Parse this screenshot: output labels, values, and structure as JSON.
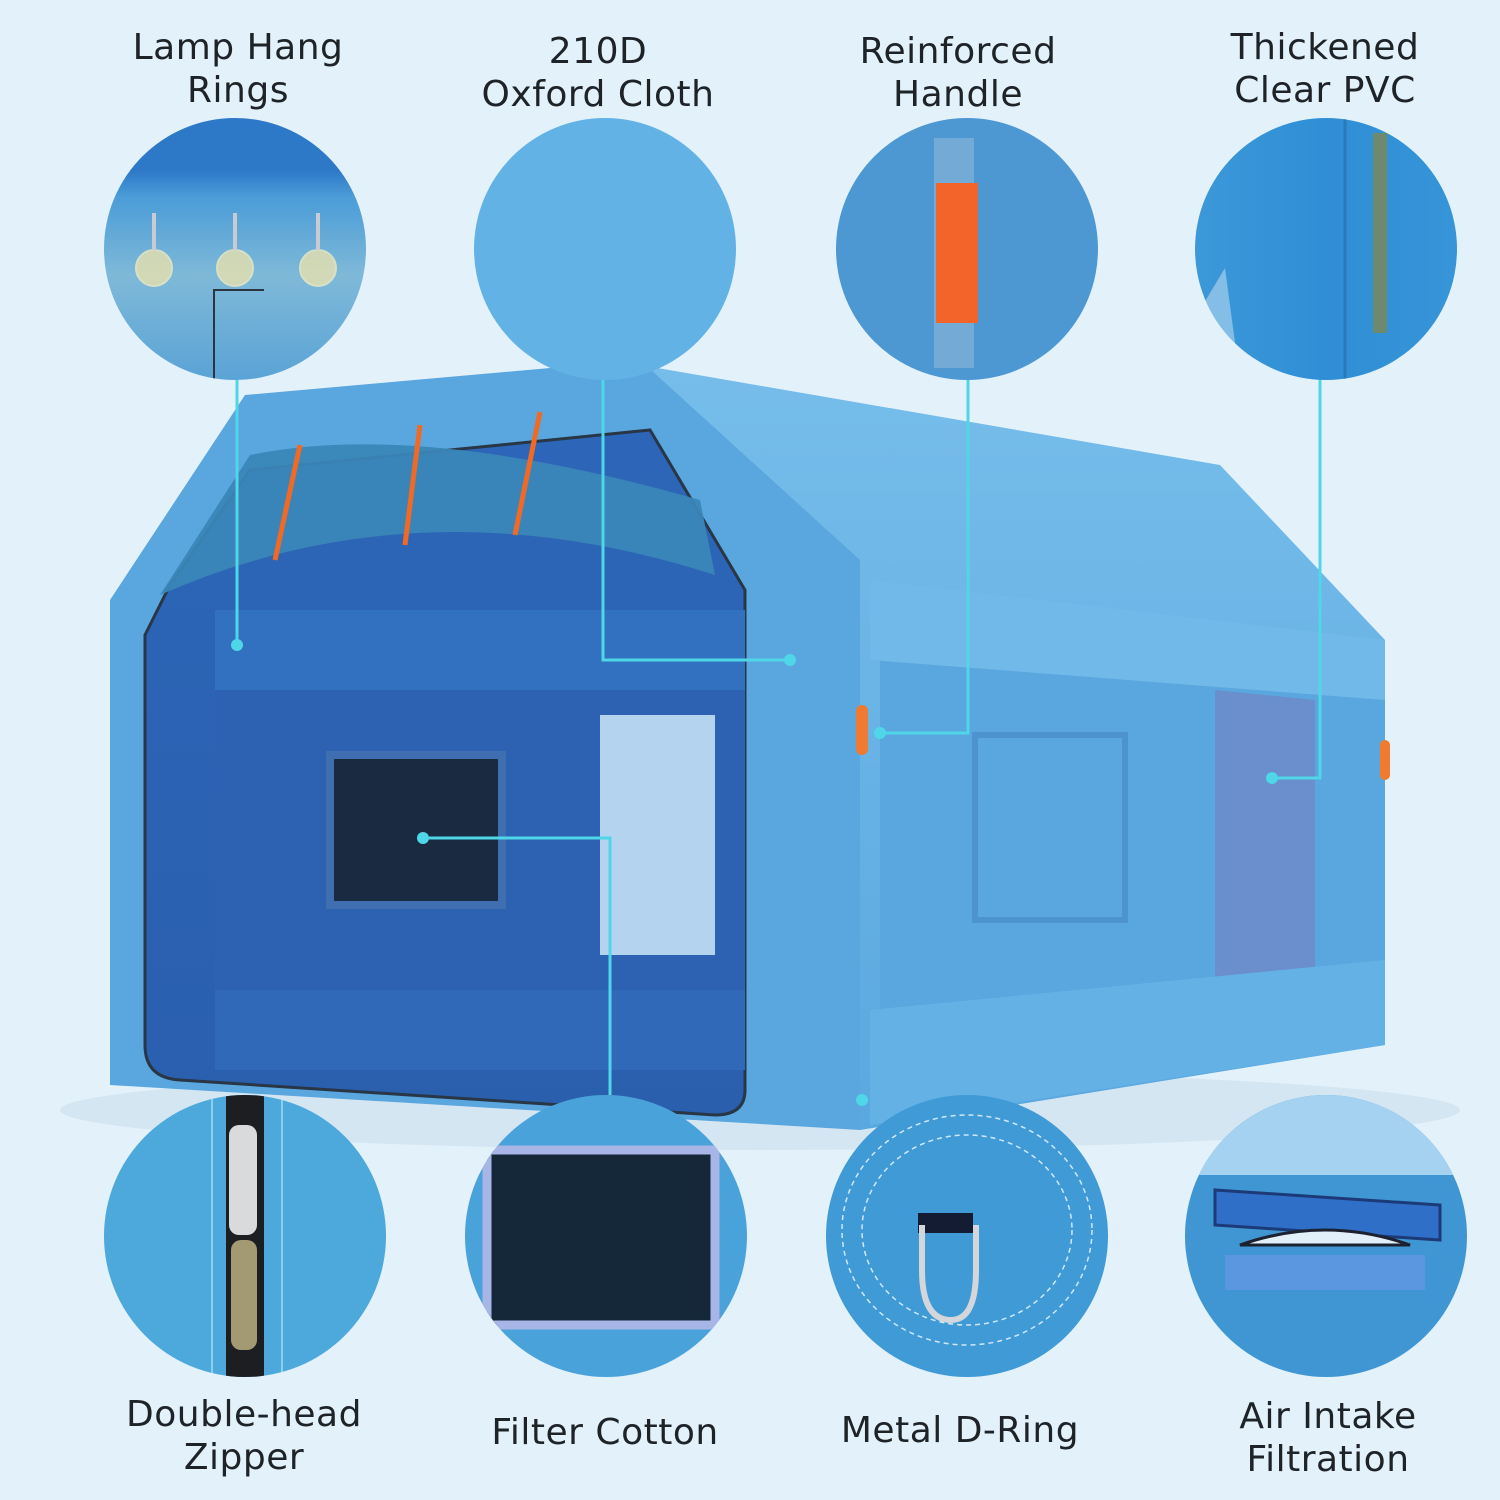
{
  "features_top": [
    {
      "id": "lamp-hang-rings",
      "line1": "Lamp Hang",
      "line2": "Rings"
    },
    {
      "id": "oxford-cloth",
      "line1": "210D",
      "line2": "Oxford Cloth"
    },
    {
      "id": "reinforced-handle",
      "line1": "Reinforced",
      "line2": "Handle"
    },
    {
      "id": "clear-pvc",
      "line1": "Thickened",
      "line2": "Clear PVC"
    }
  ],
  "features_bottom": [
    {
      "id": "double-head-zipper",
      "line1": "Double-head",
      "line2": "Zipper"
    },
    {
      "id": "filter-cotton",
      "line1": "Filter Cotton",
      "line2": ""
    },
    {
      "id": "metal-d-ring",
      "line1": "Metal D-Ring",
      "line2": ""
    },
    {
      "id": "air-intake-filtration",
      "line1": "Air Intake",
      "line2": "Filtration"
    }
  ],
  "colors": {
    "background": "#e3f1fb",
    "tent_light": "#6ab4e6",
    "tent_mid": "#4f9fd8",
    "tent_dark": "#2f6fbf",
    "callout_line": "#4fd6e8",
    "accent_orange": "#f06a25"
  }
}
